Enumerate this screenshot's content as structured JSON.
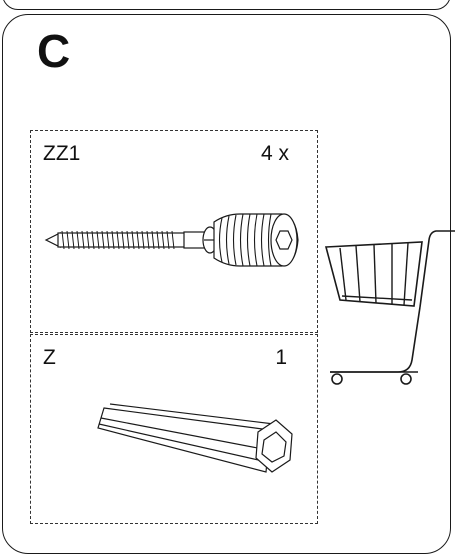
{
  "step": {
    "letter": "C"
  },
  "parts": [
    {
      "code": "ZZ1",
      "quantity": "4 x",
      "icon": "hanger-bolt-icon"
    },
    {
      "code": "Z",
      "quantity": "1",
      "icon": "hex-key-icon"
    }
  ],
  "cart_icon": "shopping-cart-icon",
  "colors": {
    "ink": "#1a1a1a",
    "background": "#ffffff"
  }
}
